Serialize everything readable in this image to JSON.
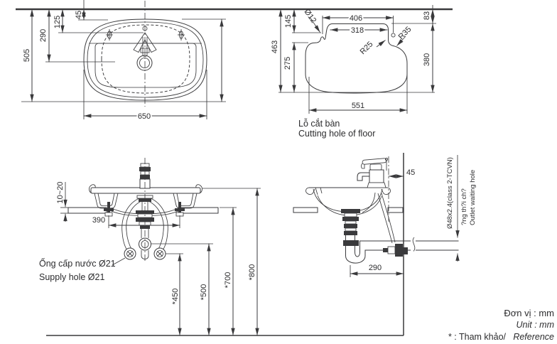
{
  "colors": {
    "line": "#3a3a3c",
    "text": "#2c2c2e",
    "background": "#ffffff"
  },
  "top_plan": {
    "d505": "505",
    "d290": "290",
    "d125": "125",
    "d45": "45",
    "d650": "650"
  },
  "cutting_hole": {
    "d463": "463",
    "d145": "145",
    "d275": "275",
    "d12": "Ø12",
    "d406": "406",
    "d318": "318",
    "r25": "R25",
    "r35": "R35",
    "d83": "83",
    "d380": "380",
    "d551": "551",
    "caption_vi": "Lỗ cắt bàn",
    "caption_en": "Cutting hole of floor"
  },
  "front_install": {
    "thickness": "10~20",
    "d390": "390",
    "h450": "*450",
    "h500": "*500",
    "h700": "*700",
    "h800": "*800",
    "supply_vi": "Ống cấp nước Ø21",
    "supply_en": "Supply hole Ø21"
  },
  "side_install": {
    "d45": "45",
    "d290": "290",
    "pipe_spec": "Ø48x2.4(class 2-TCVN)",
    "outlet_vi": "?ng th?i ch?",
    "outlet_en": "Outlet waiting hole"
  },
  "notes": {
    "unit_vi": "Đơn vị : mm",
    "unit_en": "Unit : mm",
    "ref_prefix": "* : Tham khảo/",
    "ref_word": "Reference"
  }
}
